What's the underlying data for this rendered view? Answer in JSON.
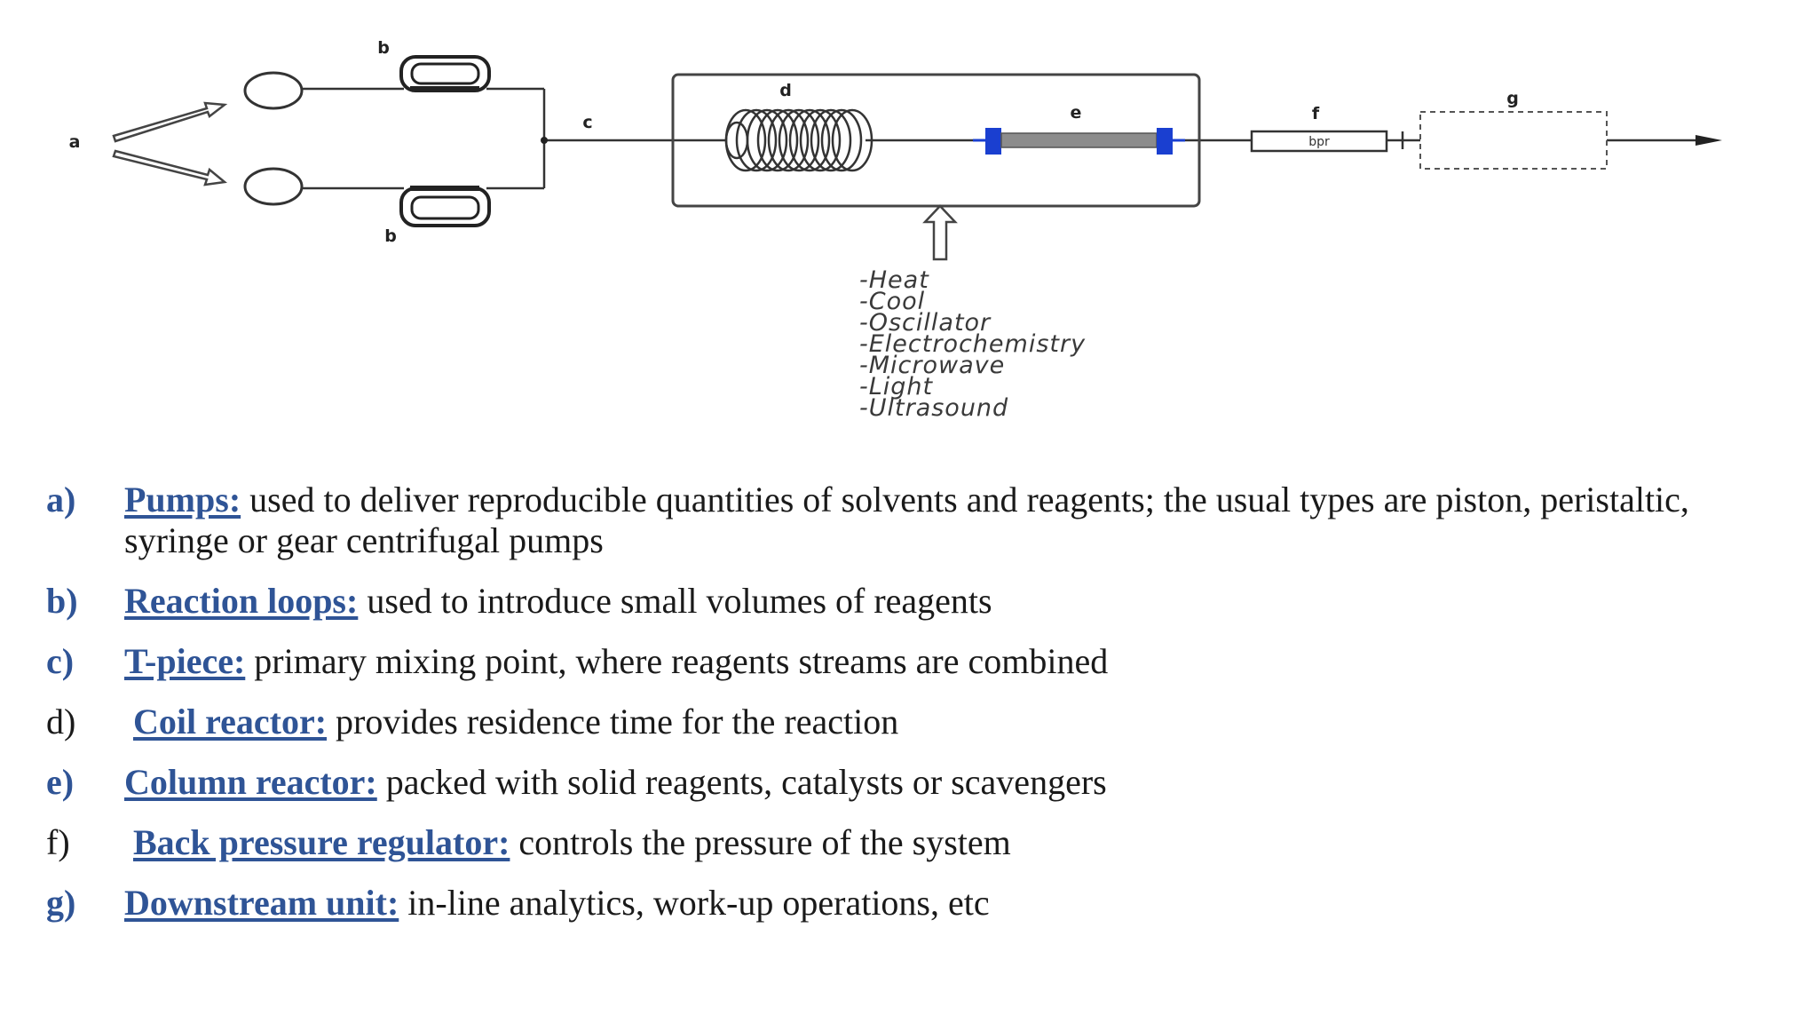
{
  "diagram": {
    "labels": {
      "a": "a",
      "b_top": "b",
      "b_bottom": "b",
      "c": "c",
      "d": "d",
      "e": "e",
      "f": "f",
      "g": "g"
    },
    "bpr_label": "bpr",
    "modules": [
      "-Heat",
      "-Cool",
      "-Oscillator",
      "-Electrochemistry",
      "-Microwave",
      "-Light",
      "-Ultrasound"
    ]
  },
  "legend": [
    {
      "key": "a)",
      "term": "Pumps:",
      "text": " used to deliver reproducible quantities of solvents and reagents; the usual types are piston, peristaltic, syringe or gear centrifugal pumps",
      "blue_key": true
    },
    {
      "key": "b)",
      "term": "Reaction loops:",
      "text": " used to introduce small volumes of reagents",
      "blue_key": true
    },
    {
      "key": "c)",
      "term": "T-piece:",
      "text": " primary mixing point, where reagents streams are combined",
      "blue_key": true
    },
    {
      "key": "d)",
      "term": "Coil reactor:",
      "text": " provides residence time for the reaction",
      "blue_key": false
    },
    {
      "key": "e)",
      "term": "Column reactor:",
      "text": " packed with solid reagents, catalysts or scavengers",
      "blue_key": true
    },
    {
      "key": "f)",
      "term": "Back pressure regulator:",
      "text": " controls the pressure of the system",
      "blue_key": false
    },
    {
      "key": "g)",
      "term": "Downstream unit:",
      "text": " in-line analytics, work-up operations, etc",
      "blue_key": true
    }
  ]
}
